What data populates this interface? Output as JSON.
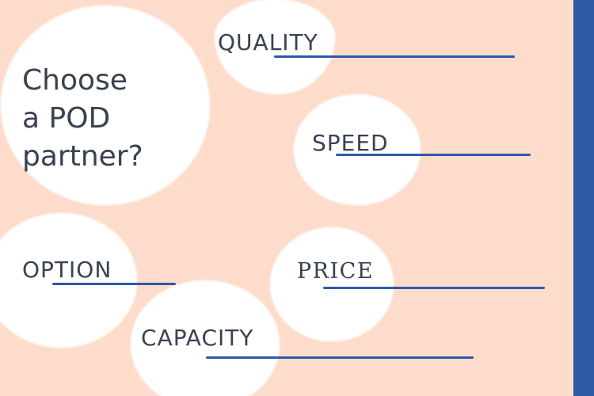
{
  "title": {
    "lines": [
      "Choose",
      "a POD",
      "partner?"
    ]
  },
  "factors": {
    "quality": "QUALITY",
    "speed": "SPEED",
    "option": "OPTION",
    "price": "PRICE",
    "capacity": "CAPACITY"
  },
  "colors": {
    "background": "#fddccb",
    "accent": "#2d5aa6",
    "text": "#3a4150",
    "circle": "#ffffff"
  }
}
